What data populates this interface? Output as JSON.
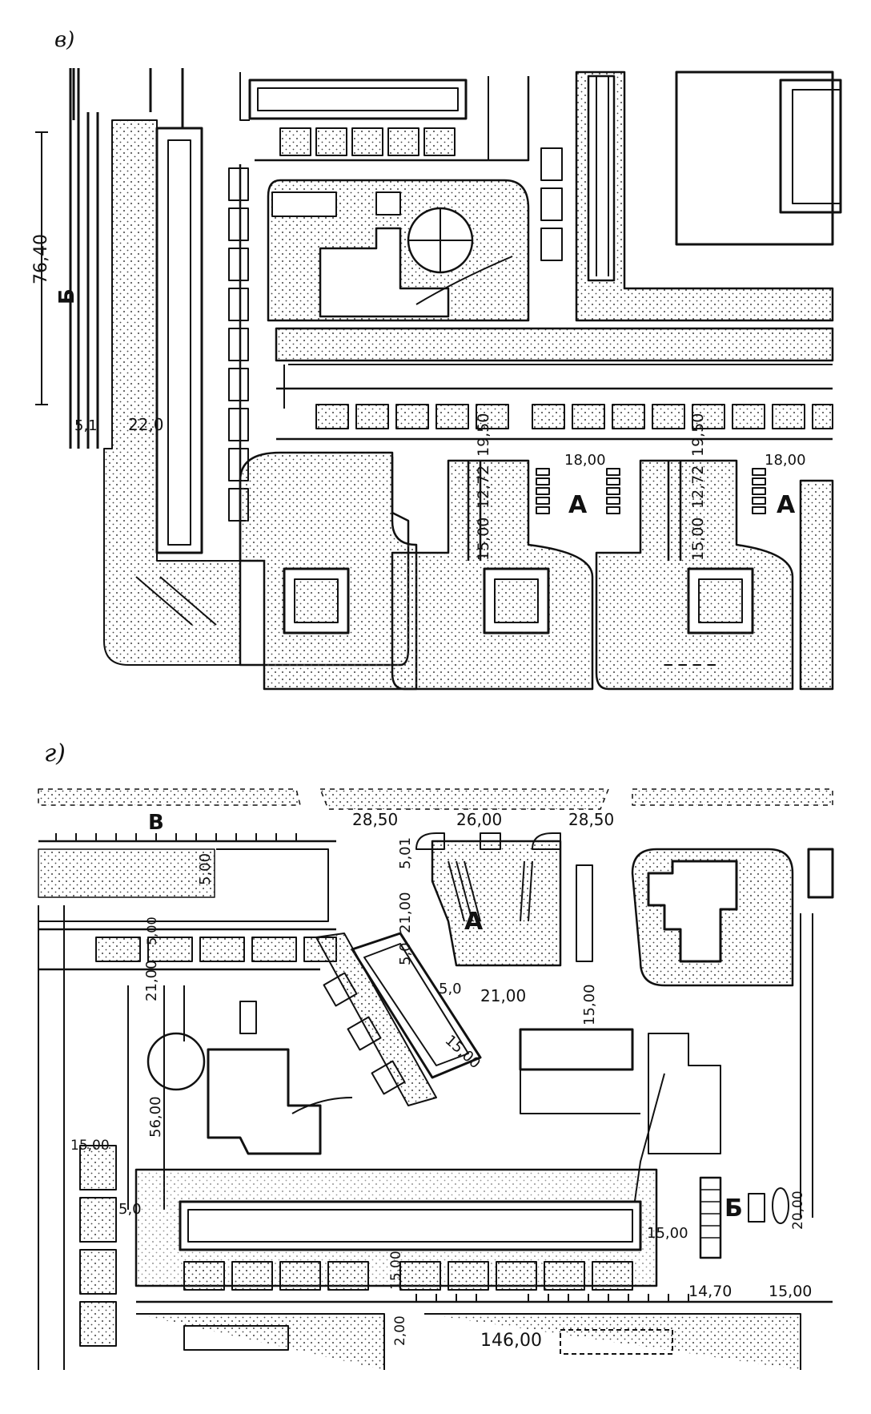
{
  "panel_v": {
    "label": "в)",
    "dims": {
      "width_76_40": "76,40",
      "width_5_1": "5,1",
      "width_22_0": "22,0",
      "d_19_50_a": "19,50",
      "d_12_72_a": "12,72",
      "d_15_00_a": "15,00",
      "d_18_00_a": "18,00",
      "d_19_50_b": "19,50",
      "d_12_72_b": "12,72",
      "d_15_00_b": "15,00",
      "d_18_00_b": "18,00"
    },
    "markers": {
      "b": "Б",
      "a1": "А",
      "a2": "А"
    }
  },
  "panel_g": {
    "label": "г)",
    "markers": {
      "v": "В",
      "a": "А",
      "b": "Б"
    },
    "dims": {
      "d_28_50_a": "28,50",
      "d_26_00": "26,00",
      "d_28_50_b": "28,50",
      "d_5_00_a": "5,00",
      "d_5_01": "5,01",
      "d_21_00_a": "21,00",
      "d_5_0_a": "5,0",
      "d_5_0_b": "5,0",
      "d_21_00_b": "21,00",
      "d_15_00_a": "15,00",
      "d_15_00_b": "15,00",
      "d_21_00_c": "21,00",
      "d_5_00_b": "5,00",
      "d_56_00": "56,00",
      "d_15_00_c": "15,00",
      "d_5_0_c": "5,0",
      "d_15_00_d": "15,00",
      "d_15_00_e": "15,00",
      "d_20_00": "20,00",
      "d_2_00": "2,00",
      "d_14_70": "14,70",
      "d_15_00_f": "15,00",
      "d_146_00": "146,00"
    }
  },
  "colors": {
    "ink": "#111111",
    "paper": "#ffffff",
    "stipple": "#444444"
  }
}
